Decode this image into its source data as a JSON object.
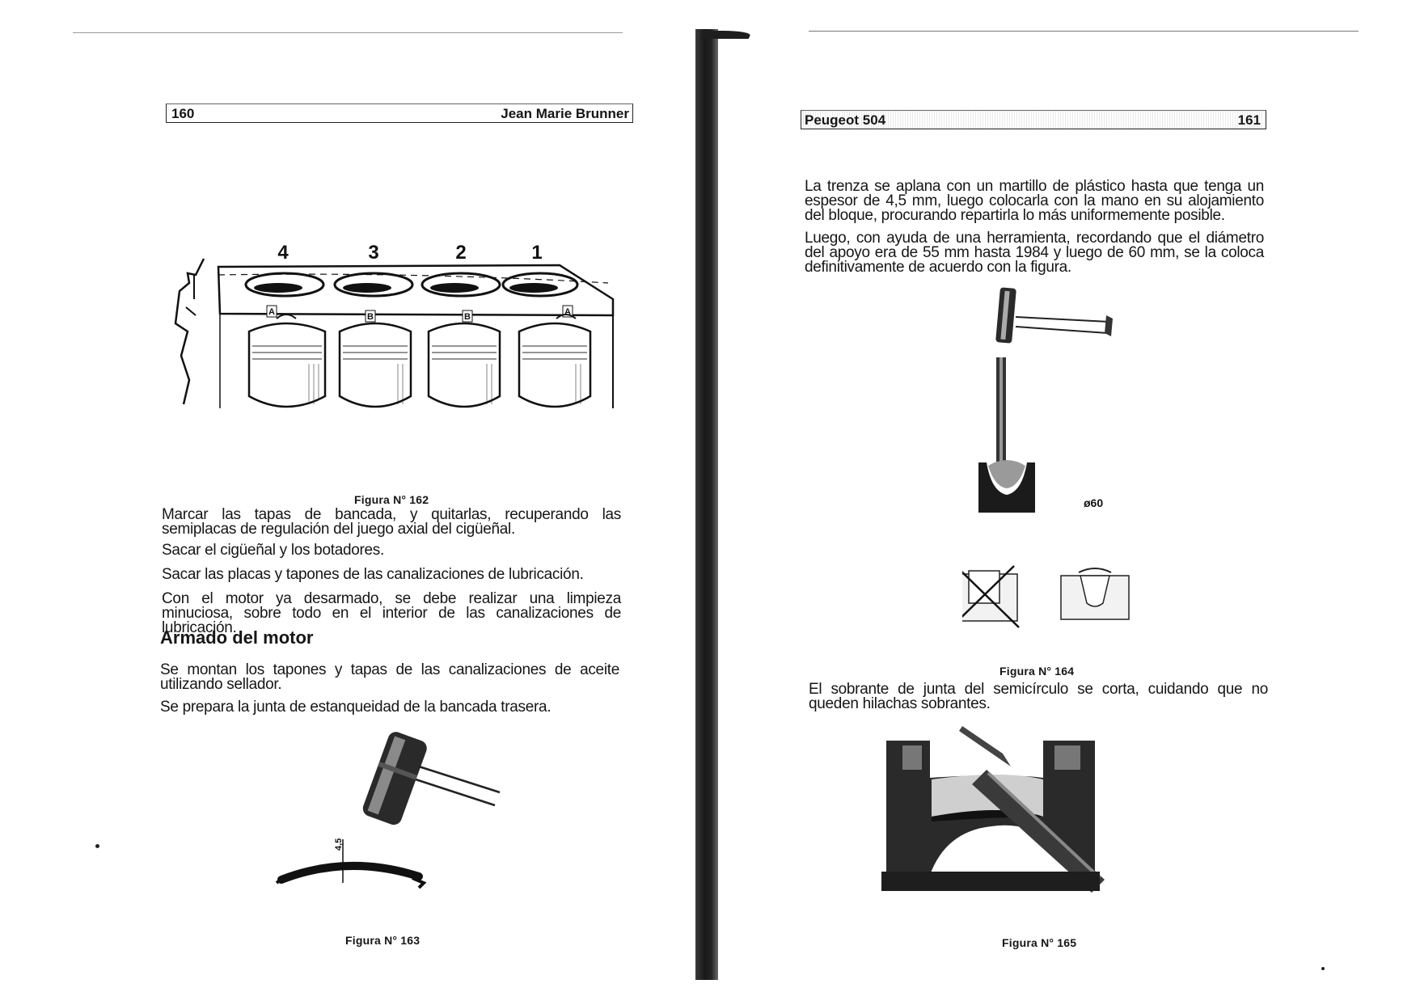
{
  "left_page": {
    "page_number": "160",
    "running_head": "Jean Marie Brunner",
    "figure_162": {
      "cylinder_numbers": [
        "4",
        "3",
        "2",
        "1"
      ],
      "cap_marks": [
        "A",
        "B",
        "B",
        "A"
      ],
      "caption": "Figura N° 162"
    },
    "paragraphs": [
      "Marcar las tapas de bancada, y quitarlas, recuperando las semiplacas de regulación del juego axial del cigüeñal.",
      "Sacar el cigüeñal y los botadores.",
      "Sacar las placas y tapones de las canalizaciones de lubricación.",
      "Con el motor ya desarmado, se debe realizar una limpieza minuciosa, sobre todo en el interior de las canalizaciones de lubricación."
    ],
    "section_title": "Armado del motor",
    "paragraphs_2": [
      "Se montan los tapones y tapas de las canalizaciones de aceite utilizando sellador.",
      "Se prepara la junta de estanqueidad de la bancada trasera."
    ],
    "figure_163": {
      "dimension_label": "4,5",
      "caption": "Figura N° 163"
    }
  },
  "right_page": {
    "running_head": "Peugeot 504",
    "page_number": "161",
    "paragraphs": [
      "La trenza se aplana con un martillo de plástico hasta que tenga un espesor de 4,5 mm, luego colocarla con la mano en su alojamiento del bloque, procurando repartirla lo más uniformemente posible.",
      "Luego, con ayuda de una herramienta, recordando que el diámetro del apoyo era de 55 mm hasta 1984 y luego de 60 mm, se la coloca definitivamente de acuerdo con la figura."
    ],
    "figure_164": {
      "diameter_label": "ø60",
      "caption": "Figura N° 164"
    },
    "paragraph_after_164": "El sobrante de junta del semicírculo se corta, cuidando que no queden hilachas sobrantes.",
    "figure_165": {
      "caption": "Figura N° 165"
    }
  }
}
